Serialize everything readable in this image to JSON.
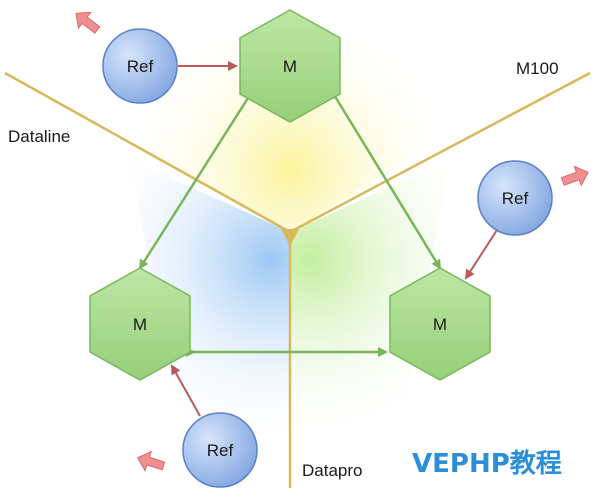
{
  "diagram": {
    "zones": {
      "left": "Dataline",
      "right": "M100",
      "bottom": "Datapro"
    },
    "nodes": {
      "master_label": "M",
      "ref_label": "Ref"
    },
    "watermark": "VEPHP教程",
    "colors": {
      "hex_fill": "#a6d98a",
      "hex_stroke": "#7ab85d",
      "ref_fill": "#8fb1e6",
      "ref_stroke": "#5a82c4",
      "sync_arrow": "#79b55c",
      "ref_arrow": "#b85a5a",
      "out_arrow": "#ef8f8f",
      "boundary": "#d8b85a",
      "zone_yellow": "#fbf5a0",
      "zone_blue": "#a8cff5",
      "zone_green": "#c6efa3",
      "watermark": "#2a8fd8"
    }
  }
}
